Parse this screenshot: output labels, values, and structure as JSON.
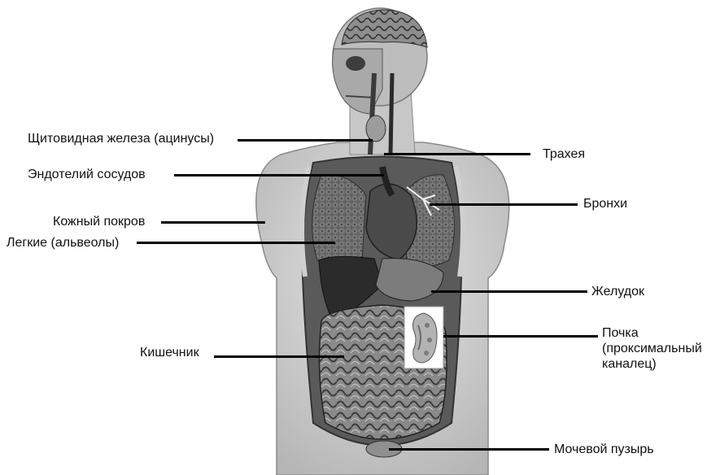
{
  "figure": {
    "labels": {
      "thyroid": "Щитовидная железа (ацинусы)",
      "endothelium": "Эндотелий сосудов",
      "skin": "Кожный покров",
      "lungs": "Легкие (альвеолы)",
      "intestine": "Кишечник",
      "trachea": "Трахея",
      "bronchi": "Бронхи",
      "stomach": "Желудок",
      "kidney_line1": "Почка",
      "kidney_line2": "(проксимальный",
      "kidney_line3": "каналец)",
      "bladder": "Мочевой пузырь"
    },
    "colors": {
      "background": "#ffffff",
      "line": "#000000",
      "skin": "#d9d9d9",
      "organ_dark": "#3a3a3a",
      "organ_mid": "#7a7a7a"
    },
    "illustration": "grayscale anatomical torso with opened chest and abdomen",
    "inset_icon": "kidney-cross-section-icon"
  }
}
